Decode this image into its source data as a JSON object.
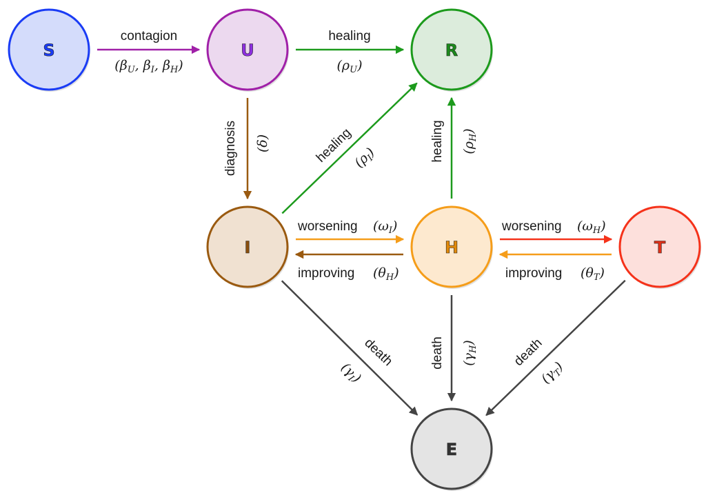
{
  "nodes": {
    "S": {
      "label": "S",
      "stroke": "#1a3cf5",
      "fill": "#d4dcfb",
      "text": "#1a3cf5"
    },
    "U": {
      "label": "U",
      "stroke": "#a020a8",
      "fill": "#ecd9ef",
      "text": "#8d2fe0"
    },
    "R": {
      "label": "R",
      "stroke": "#1c9a1c",
      "fill": "#dcecdc",
      "text": "#1c8a1c"
    },
    "I": {
      "label": "I",
      "stroke": "#9a5a10",
      "fill": "#f0e1d1",
      "text": "#8a4f0e"
    },
    "H": {
      "label": "H",
      "stroke": "#f59d1a",
      "fill": "#fde9cf",
      "text": "#e28a0c"
    },
    "T": {
      "label": "T",
      "stroke": "#f5321a",
      "fill": "#fde0dc",
      "text": "#e03018"
    },
    "E": {
      "label": "E",
      "stroke": "#444444",
      "fill": "#e4e4e4",
      "text": "#333333"
    }
  },
  "edges": {
    "s_u": {
      "label": "contagion",
      "param": "(β_U, β_I, β_H)",
      "color": "#a020a8"
    },
    "u_r": {
      "label": "healing",
      "param": "(ρ_U)",
      "color": "#1c9a1c"
    },
    "u_i": {
      "label": "diagnosis",
      "param": "(δ)",
      "color": "#9a5a10"
    },
    "i_r": {
      "label": "healing",
      "param": "(ρ_I)",
      "color": "#1c9a1c"
    },
    "h_r": {
      "label": "healing",
      "param": "(ρ_H)",
      "color": "#1c9a1c"
    },
    "i_h": {
      "label": "worsening",
      "param": "(ω_I)",
      "color": "#f59d1a"
    },
    "h_i": {
      "label": "improving",
      "param": "(θ_H)",
      "color": "#9a5a10"
    },
    "h_t": {
      "label": "worsening",
      "param": "(ω_H)",
      "color": "#f5321a"
    },
    "t_h": {
      "label": "improving",
      "param": "(θ_T)",
      "color": "#f59d1a"
    },
    "i_e": {
      "label": "death",
      "param": "(γ_I)",
      "color": "#444444"
    },
    "h_e": {
      "label": "death",
      "param": "(γ_H)",
      "color": "#444444"
    },
    "t_e": {
      "label": "death",
      "param": "(γ_T)",
      "color": "#444444"
    }
  }
}
